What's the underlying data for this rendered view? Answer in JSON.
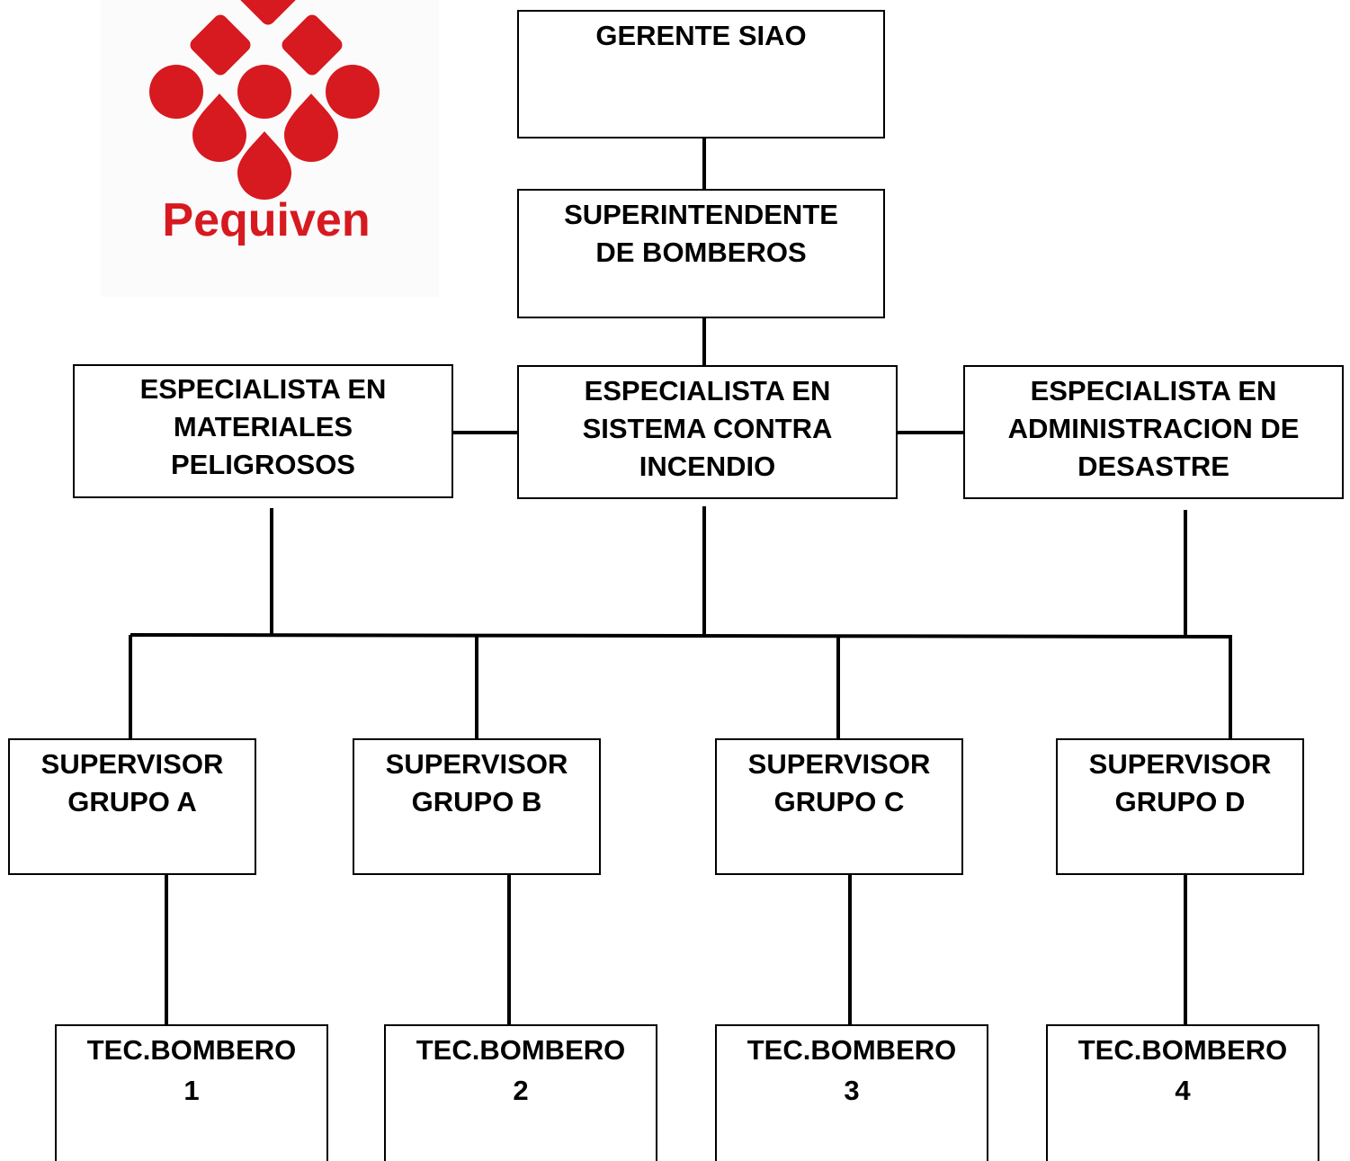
{
  "logo": {
    "name": "Pequiven",
    "color": "#d71920"
  },
  "nodes": [
    {
      "id": "gerente",
      "lines": [
        "GERENTE SIAO"
      ]
    },
    {
      "id": "superintendente",
      "lines": [
        "SUPERINTENDENTE",
        "DE BOMBEROS"
      ]
    },
    {
      "id": "esp-materiales",
      "lines": [
        "ESPECIALISTA EN",
        "MATERIALES",
        "PELIGROSOS"
      ]
    },
    {
      "id": "esp-incendio",
      "lines": [
        "ESPECIALISTA EN",
        "SISTEMA CONTRA",
        "INCENDIO"
      ]
    },
    {
      "id": "esp-desastre",
      "lines": [
        "ESPECIALISTA EN",
        "ADMINISTRACION DE",
        "DESASTRE"
      ]
    },
    {
      "id": "sup-a",
      "lines": [
        "SUPERVISOR",
        "GRUPO A"
      ]
    },
    {
      "id": "sup-b",
      "lines": [
        "SUPERVISOR",
        "GRUPO B"
      ]
    },
    {
      "id": "sup-c",
      "lines": [
        "SUPERVISOR",
        "GRUPO C"
      ]
    },
    {
      "id": "sup-d",
      "lines": [
        "SUPERVISOR",
        "GRUPO D"
      ]
    },
    {
      "id": "tec-1",
      "lines": [
        "TEC.BOMBERO",
        "1"
      ]
    },
    {
      "id": "tec-2",
      "lines": [
        "TEC.BOMBERO",
        "2"
      ]
    },
    {
      "id": "tec-3",
      "lines": [
        "TEC.BOMBERO",
        "3"
      ]
    },
    {
      "id": "tec-4",
      "lines": [
        "TEC.BOMBERO",
        "4"
      ]
    }
  ],
  "edges": [
    [
      "gerente",
      "superintendente"
    ],
    [
      "superintendente",
      "esp-incendio"
    ],
    [
      "esp-materiales",
      "esp-incendio"
    ],
    [
      "esp-incendio",
      "esp-desastre"
    ],
    [
      "esp-materiales",
      "sup-a"
    ],
    [
      "esp-incendio",
      "sup-b"
    ],
    [
      "esp-desastre",
      "sup-c"
    ],
    [
      "esp-desastre",
      "sup-d"
    ],
    [
      "sup-a",
      "tec-1"
    ],
    [
      "sup-b",
      "tec-2"
    ],
    [
      "sup-c",
      "tec-3"
    ],
    [
      "sup-d",
      "tec-4"
    ]
  ]
}
